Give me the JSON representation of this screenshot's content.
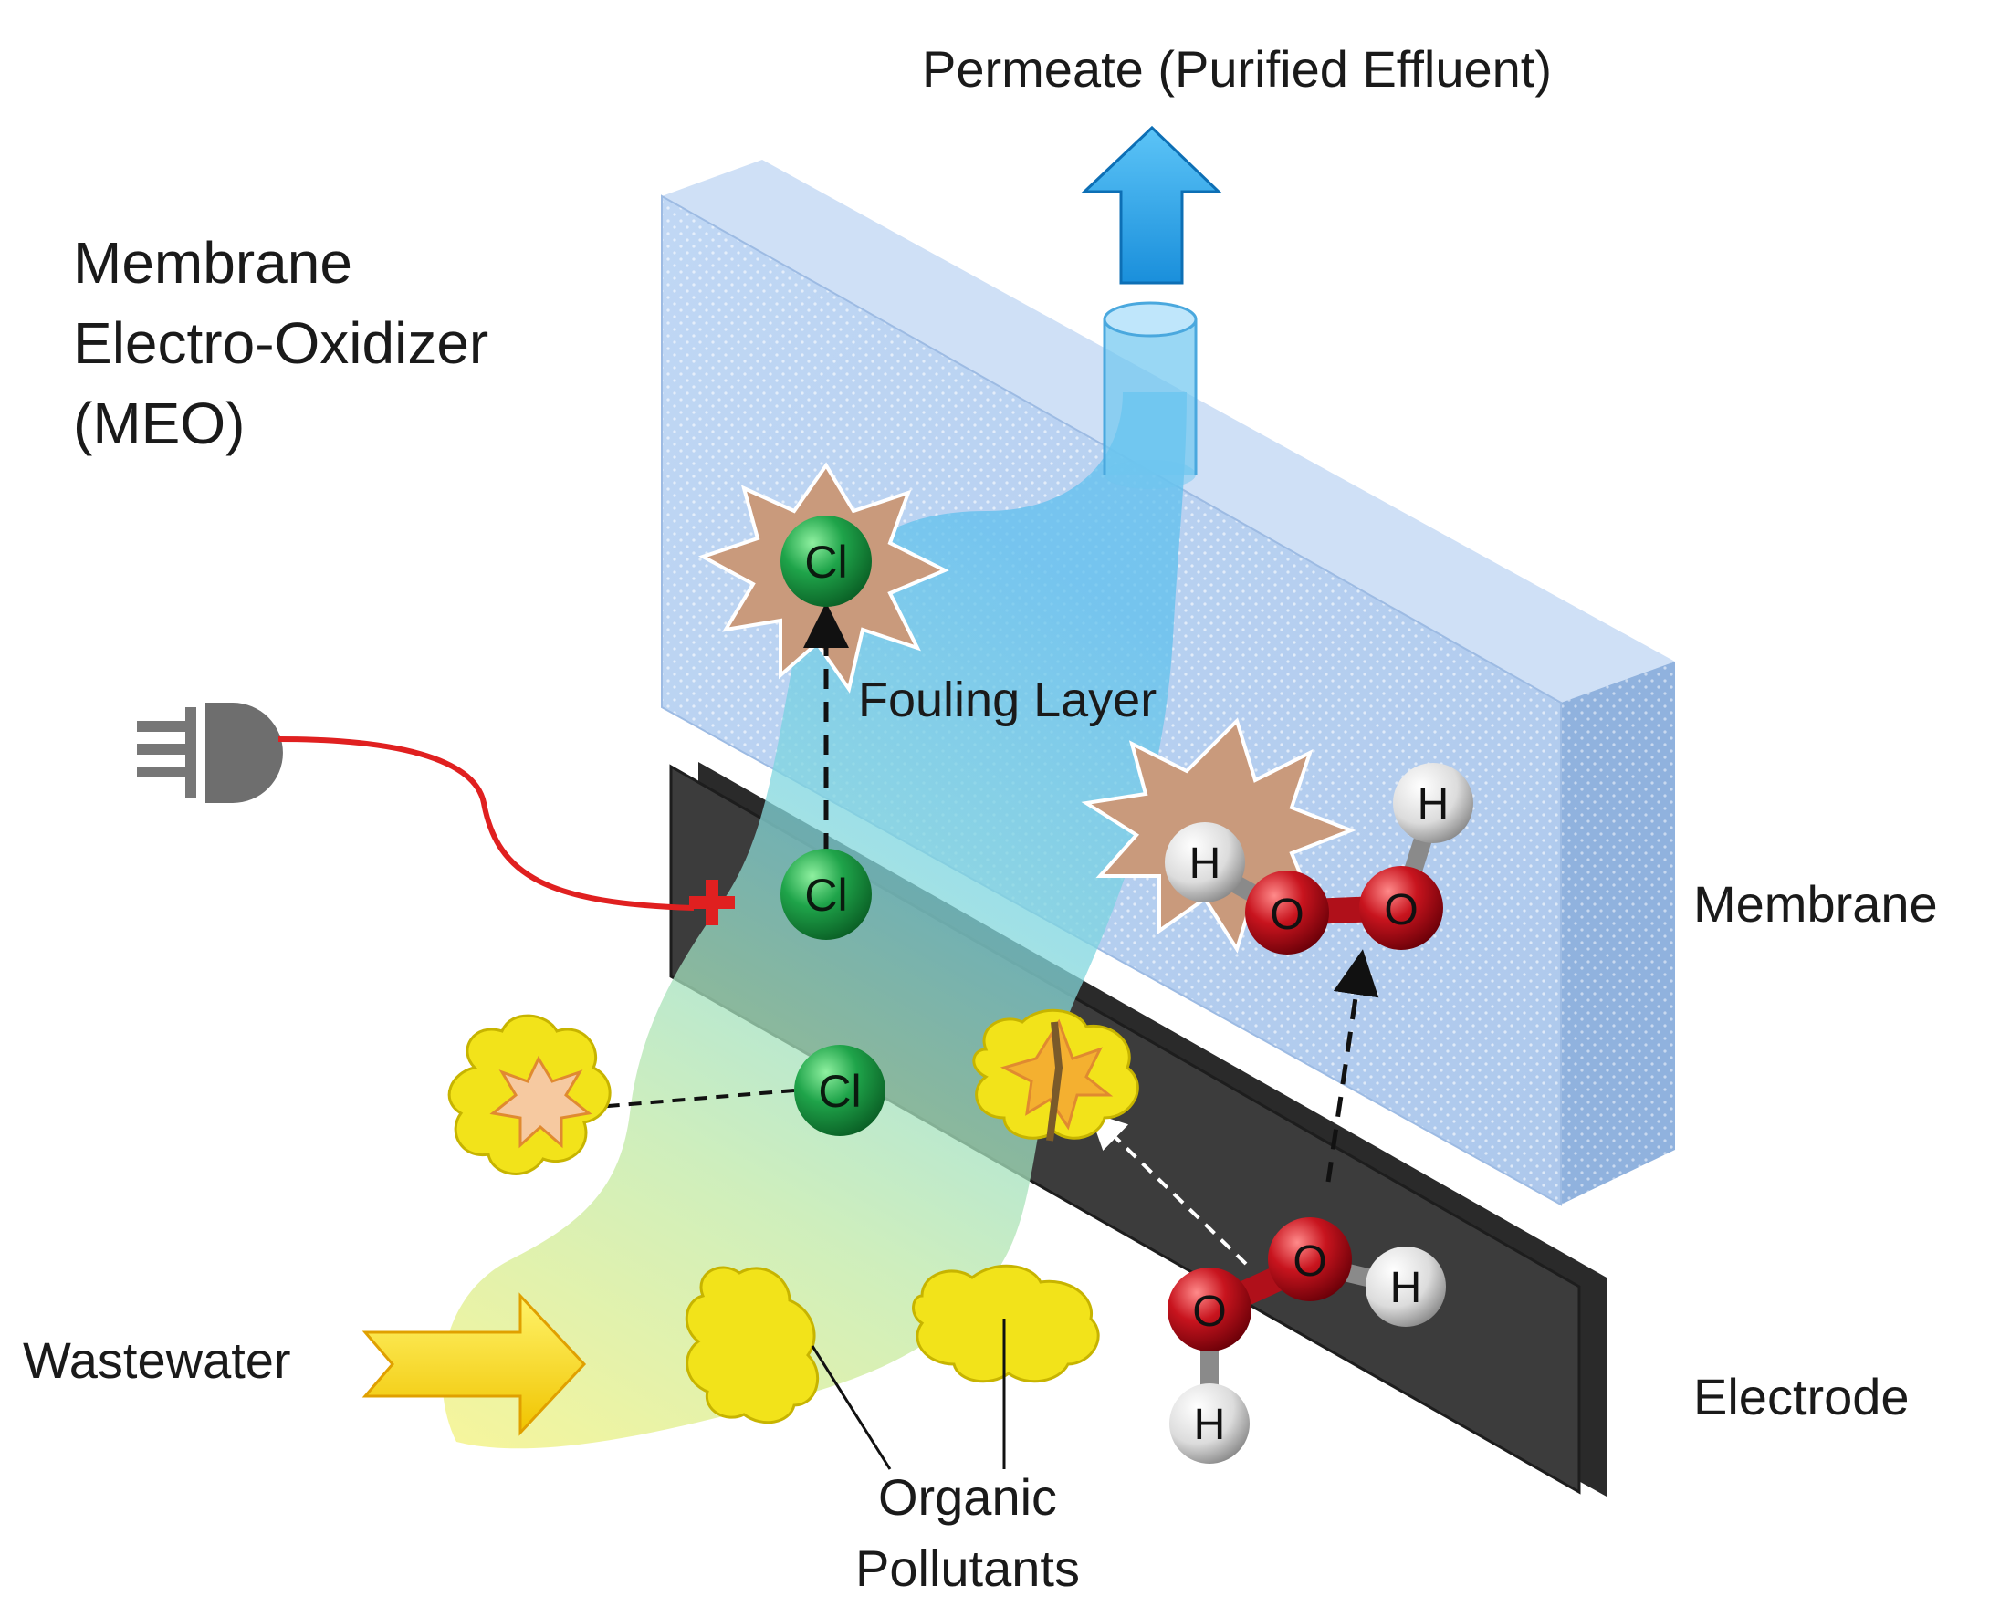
{
  "labels": {
    "permeate": "Permeate (Purified Effluent)",
    "meo_line1": "Membrane",
    "meo_line2": "Electro-Oxidizer",
    "meo_line3": "(MEO)",
    "fouling_layer": "Fouling Layer",
    "membrane": "Membrane",
    "electrode": "Electrode",
    "wastewater": "Wastewater",
    "organic_line1": "Organic",
    "organic_line2": "Pollutants"
  },
  "atoms": {
    "chlorine": "Cl",
    "hydrogen": "H",
    "oxygen": "O"
  },
  "colors": {
    "membrane": "#a9c8ee",
    "electrode": "#3c3c3c",
    "permeate_arrow": "#2aa0e6",
    "wire": "#e02020",
    "chlorine": "#1fa44a",
    "oxygen": "#c8141e",
    "hydrogen": "#e6e6e6",
    "pollutant": "#f2e31a",
    "burst": "#c99a7c"
  }
}
